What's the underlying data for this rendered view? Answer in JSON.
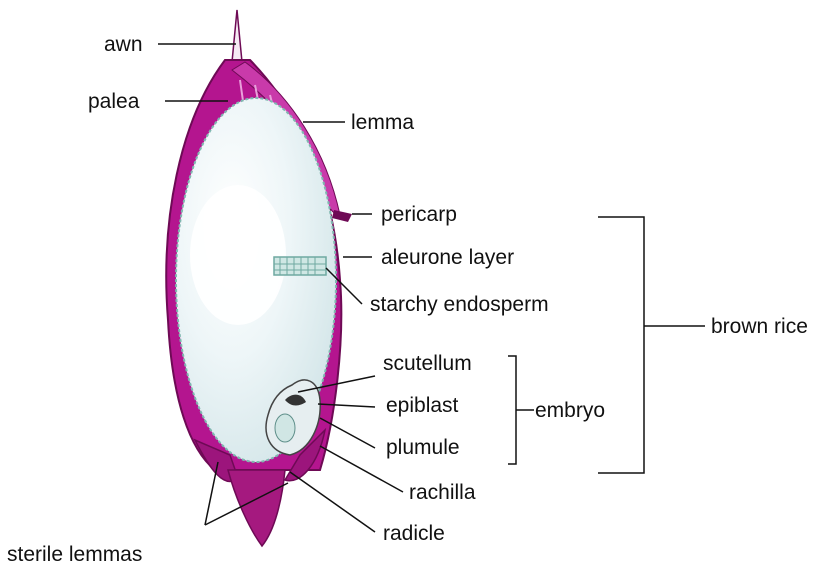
{
  "diagram": {
    "colors": {
      "hull": "#b4158f",
      "hull_dark": "#6e0a55",
      "hull_light": "#e07ad0",
      "endosperm": "#e6f2f4",
      "endosperm_edge": "#7fb7b0",
      "line": "#111111"
    },
    "labels": {
      "awn": "awn",
      "palea": "palea",
      "lemma": "lemma",
      "pericarp": "pericarp",
      "aleurone": "aleurone layer",
      "endosperm": "starchy endosperm",
      "scutellum": "scutellum",
      "epiblast": "epiblast",
      "plumule": "plumule",
      "embryo": "embryo",
      "rachilla": "rachilla",
      "radicle": "radicle",
      "sterile_lemmas": "sterile lemmas",
      "brown_rice": "brown rice"
    }
  }
}
